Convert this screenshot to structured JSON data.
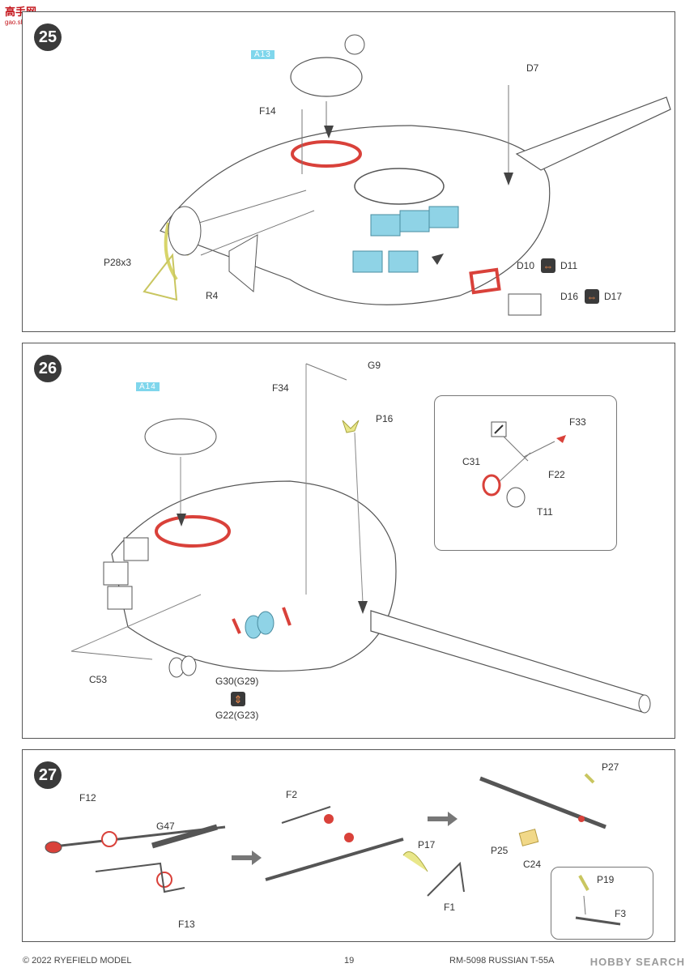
{
  "watermark": {
    "title": "高手网",
    "url": "gao.shou.com"
  },
  "steps": [
    {
      "number": "25",
      "highlight": "A13",
      "labels": {
        "f14": "F14",
        "d7": "D7",
        "p28": "P28x3",
        "r4": "R4",
        "d10": "D10",
        "d11": "D11",
        "d16": "D16",
        "d17": "D17"
      }
    },
    {
      "number": "26",
      "highlight": "A14",
      "labels": {
        "g9": "G9",
        "f34": "F34",
        "p16": "P16",
        "f33": "F33",
        "c31": "C31",
        "f22": "F22",
        "t11": "T11",
        "c53": "C53",
        "g30": "G30(G29)",
        "g22": "G22(G23)"
      }
    },
    {
      "number": "27",
      "labels": {
        "f12": "F12",
        "g47": "G47",
        "f13": "F13",
        "f2": "F2",
        "p17": "P17",
        "f1": "F1",
        "p27": "P27",
        "p25": "P25",
        "c24": "C24",
        "p19": "P19",
        "f3": "F3"
      }
    }
  ],
  "footer": {
    "copyright": "© 2022 RYEFIELD MODEL",
    "page": "19",
    "title": "RM-5098 RUSSIAN T-55A",
    "brand": "HOBBY SEARCH"
  },
  "colors": {
    "red_part": "#d9413a",
    "cyan_part": "#8fd3e6",
    "yellow_part": "#e9e78a",
    "orange_arrow": "#f08a4b"
  }
}
